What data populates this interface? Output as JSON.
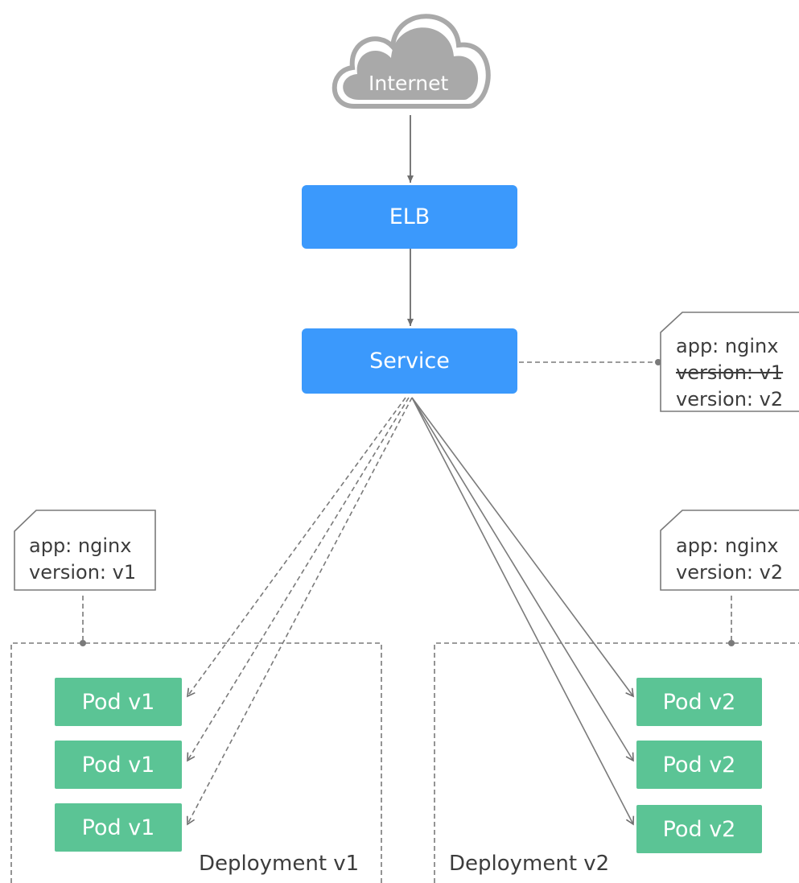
{
  "internet": {
    "label": "Internet"
  },
  "elb": {
    "label": "ELB"
  },
  "service": {
    "label": "Service"
  },
  "service_labels": [
    "app: nginx",
    "version: v1",
    "version: v2"
  ],
  "deployment_v1": {
    "name": "Deployment v1",
    "labels": [
      "app: nginx",
      "version: v1"
    ],
    "pods": [
      "Pod v1",
      "Pod v1",
      "Pod v1"
    ]
  },
  "deployment_v2": {
    "name": "Deployment v2",
    "labels": [
      "app: nginx",
      "version: v2"
    ],
    "pods": [
      "Pod v2",
      "Pod v2",
      "Pod v2"
    ]
  },
  "colors": {
    "blue": "#3b99fc",
    "green": "#5bc495",
    "cloud": "#a9a9a9",
    "line": "#7a7a7a",
    "text": "#3c3c3c"
  }
}
